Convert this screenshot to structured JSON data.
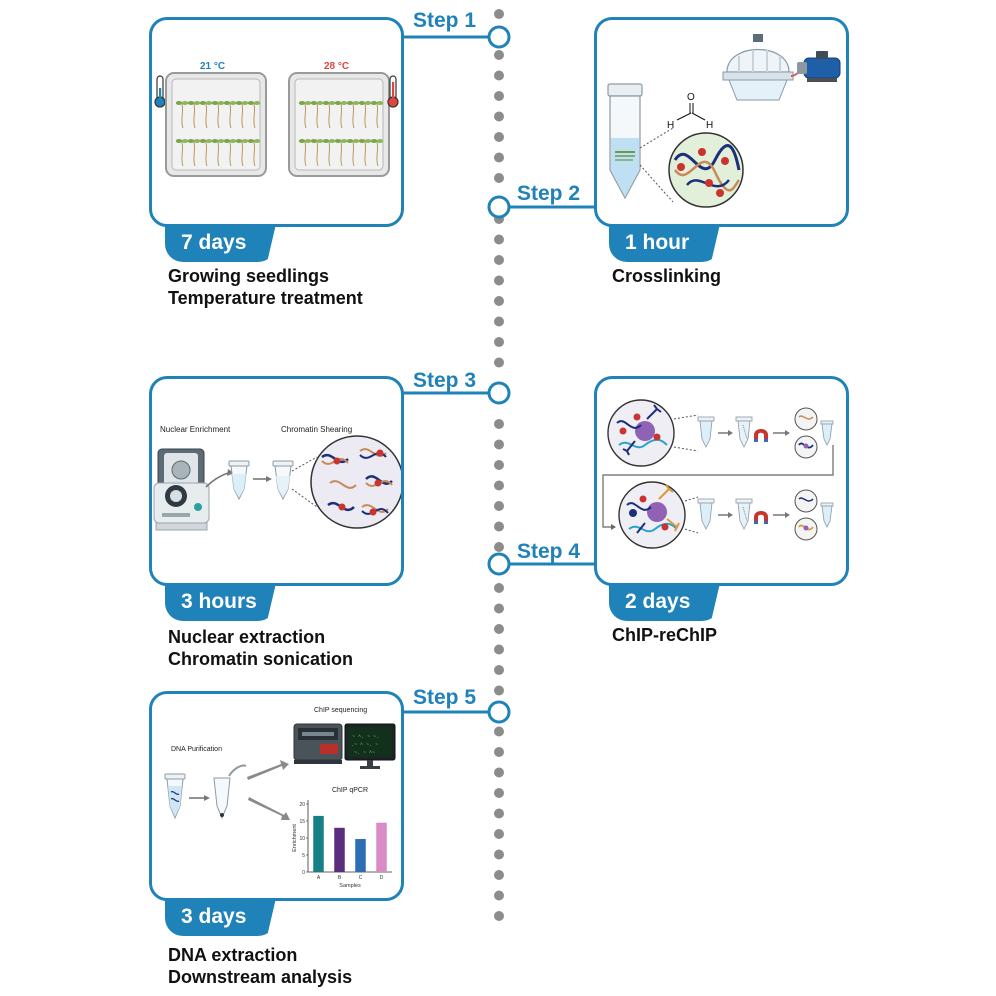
{
  "steps": [
    {
      "label": "Step 1",
      "duration": "7 days",
      "desc": [
        "Growing seedlings",
        "Temperature treatment"
      ]
    },
    {
      "label": "Step 2",
      "duration": "1 hour",
      "desc": [
        "Crosslinking"
      ]
    },
    {
      "label": "Step 3",
      "duration": "3 hours",
      "desc": [
        "Nuclear extraction",
        "Chromatin sonication"
      ]
    },
    {
      "label": "Step 4",
      "duration": "2 days",
      "desc": [
        "ChIP-reChIP"
      ]
    },
    {
      "label": "Step 5",
      "duration": "3 days",
      "desc": [
        "DNA extraction",
        "Downstream analysis"
      ]
    }
  ],
  "step1": {
    "temp_low": "21 °C",
    "temp_high": "28 °C",
    "color_low": "#1f82b8",
    "color_high": "#e0463f"
  },
  "step3": {
    "nuclear_label": "Nuclear Enrichment",
    "shearing_label": "Chromatin Shearing"
  },
  "step5": {
    "purification_label": "DNA Purification",
    "sequencing_label": "ChIP sequencing",
    "chart": {
      "type": "bar",
      "title": "ChIP qPCR",
      "xlabel": "Samples",
      "ylabel": "Enrichment",
      "categories": [
        "A",
        "B",
        "C",
        "D"
      ],
      "values": [
        16.5,
        13,
        9.7,
        14.5
      ],
      "colors": [
        "#177f86",
        "#5b2d7e",
        "#2c6db3",
        "#d88bc6"
      ],
      "yticks": [
        "0",
        "5",
        "10",
        "15",
        "20"
      ],
      "ylim": [
        0,
        20
      ]
    }
  },
  "colors": {
    "accent": "#1f82b8",
    "dot": "#8c8c8c"
  }
}
